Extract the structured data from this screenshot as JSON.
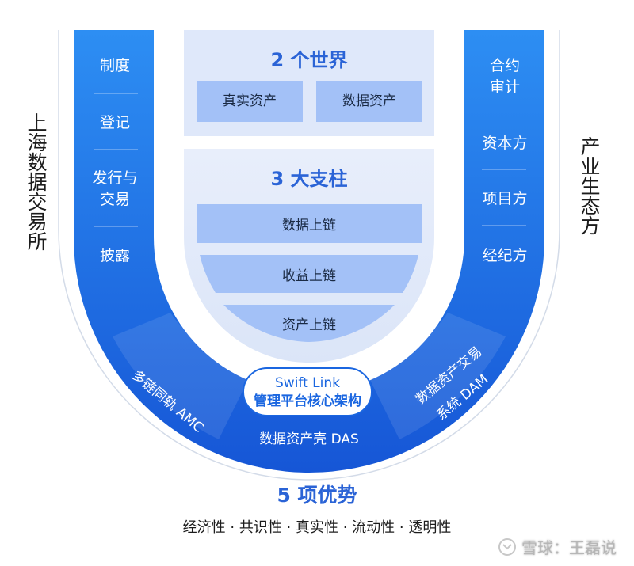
{
  "left_vertical": "上海数据交易所",
  "right_vertical": "产业生态方",
  "left_column": [
    "制度",
    "登记",
    "发行与\n交易",
    "披露"
  ],
  "right_column": [
    "合约\n审计",
    "资本方",
    "项目方",
    "经纪方"
  ],
  "worlds": {
    "title": "2 个世界",
    "items": [
      "真实资产",
      "数据资产"
    ]
  },
  "pillars": {
    "title": "3 大支柱",
    "items": [
      "数据上链",
      "收益上链",
      "资产上链"
    ]
  },
  "arc": {
    "left": "多链同轨 AMC",
    "right_line1": "数据资产交易",
    "right_line2": "系统 DAM",
    "bottom": "数据资产壳 DAS"
  },
  "core": {
    "line1": "Swift Link",
    "line2": "管理平台核心架构"
  },
  "footer": {
    "title": "5 项优势",
    "subtitle": "经济性 · 共识性 · 真实性 · 流动性 · 透明性"
  },
  "watermark": "雪球：王磊说",
  "colors": {
    "blue": "#1a66e0",
    "light_blue": "#2f8cf5",
    "panel_bg": "#dfe8fa",
    "cell_bg": "#a3c1f7",
    "title_blue": "#2a63d6"
  }
}
